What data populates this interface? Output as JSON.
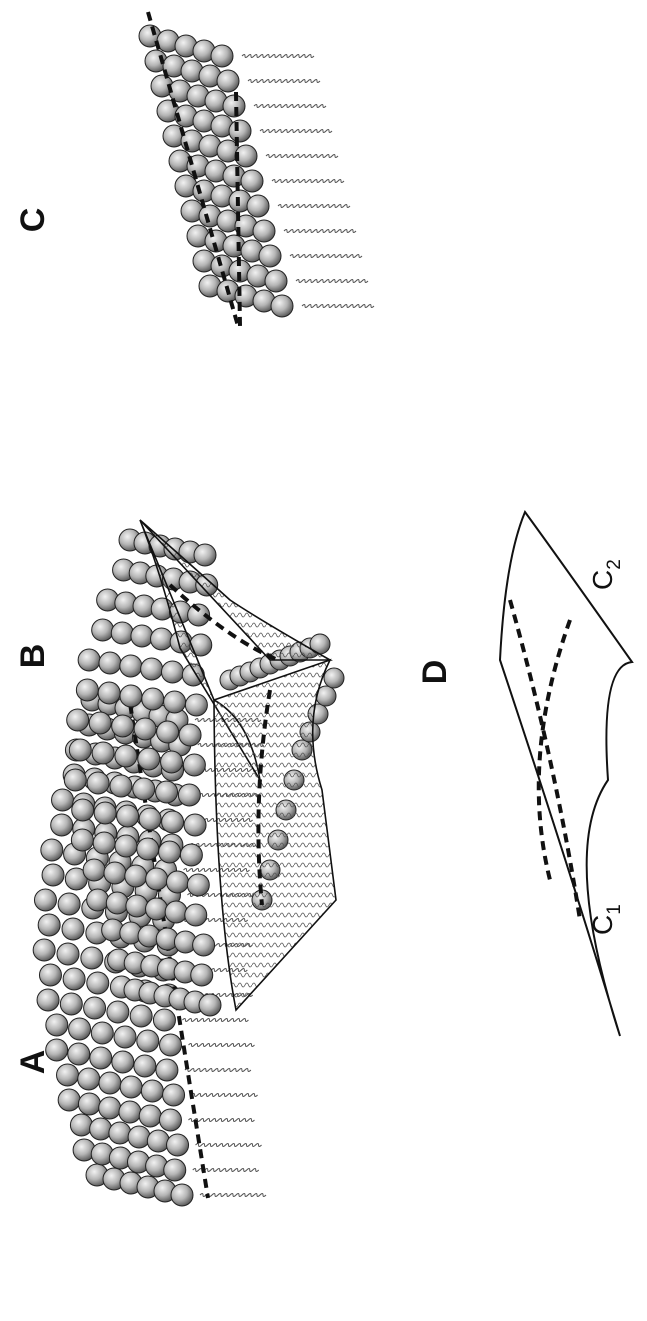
{
  "figure": {
    "panels": [
      {
        "id": "A",
        "label": "A",
        "shape": "monolayer-curved"
      },
      {
        "id": "B",
        "label": "B",
        "shape": "saddle-bilayer-block"
      },
      {
        "id": "C",
        "label": "C",
        "shape": "monolayer-flat"
      },
      {
        "id": "D",
        "label": "D",
        "shape": "saddle-surface"
      }
    ],
    "curvature_labels": {
      "c1": {
        "main": "C",
        "sub": "1"
      },
      "c2": {
        "main": "C",
        "sub": "2"
      }
    },
    "colors": {
      "ink": "#111111",
      "sphere_light": "#e6e6e6",
      "sphere_dark": "#6a6a6a",
      "tail": "#444444"
    }
  }
}
